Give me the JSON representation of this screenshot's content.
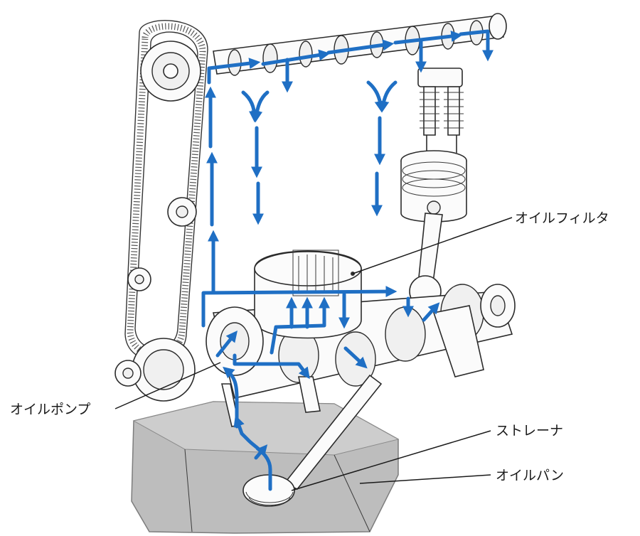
{
  "labels": {
    "oil_filter": "オイルフィルタ",
    "oil_pump": "オイルポンプ",
    "strainer": "ストレーナ",
    "oil_pan": "オイルパン"
  },
  "colors": {
    "oil_flow": "#1f6fc4",
    "oil_pan": "#bdbdbd",
    "oil_pan_edge": "#7d7d7d",
    "engine_line": "#2b2b2b"
  }
}
